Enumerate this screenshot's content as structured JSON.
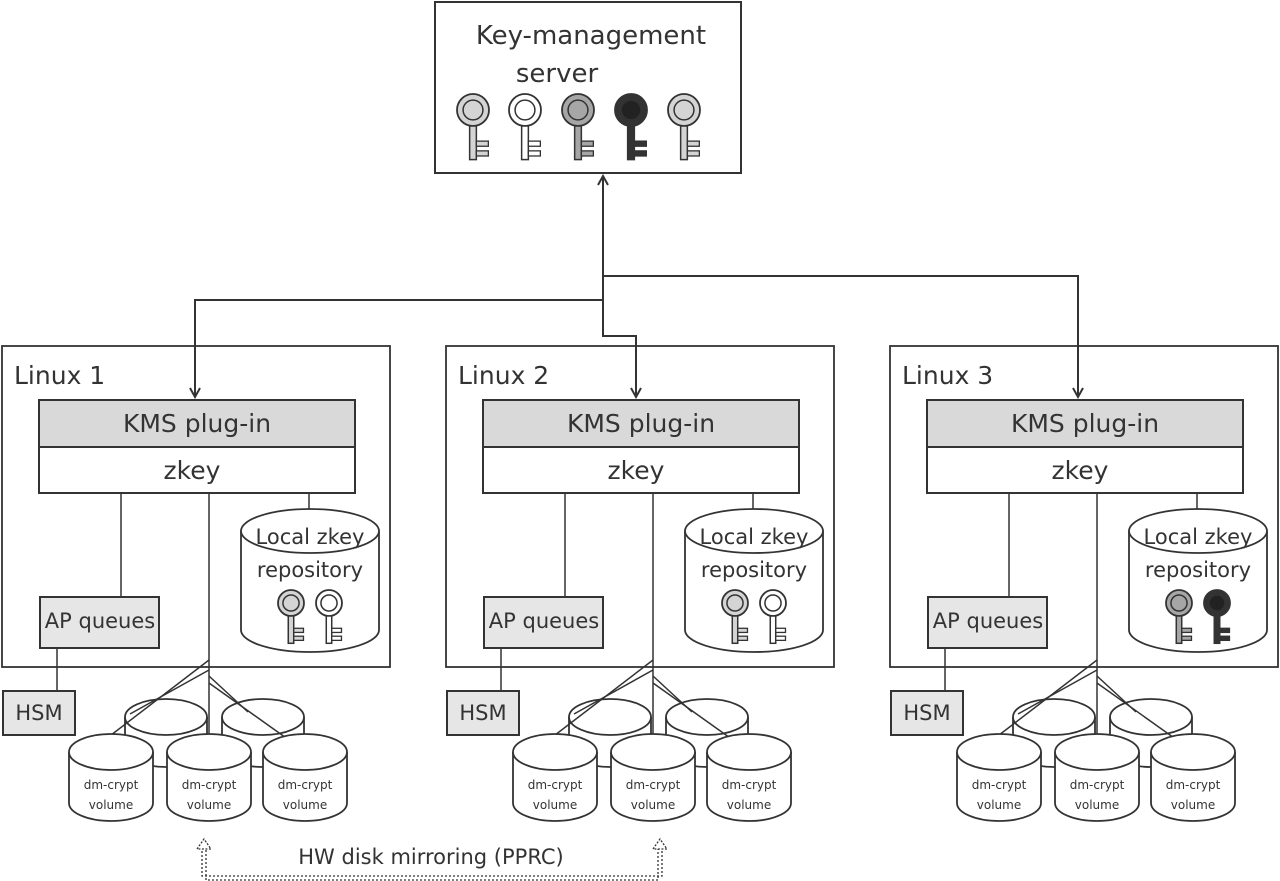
{
  "kms_server": {
    "title_line1": "Key-management",
    "title_line2": "server",
    "key_icons": [
      "light-gray",
      "white",
      "gray",
      "black",
      "light-gray"
    ]
  },
  "systems": [
    {
      "name": "Linux 1",
      "kms_plugin": "KMS plug-in",
      "zkey": "zkey",
      "repository_line1": "Local zkey",
      "repository_line2": "repository",
      "repository_keys": [
        "light-gray",
        "white"
      ],
      "ap_queues": "AP queues",
      "hsm": "HSM",
      "volumes": [
        {
          "line1": "dm-crypt",
          "line2": "volume"
        },
        {
          "line1": "dm-crypt",
          "line2": "volume"
        },
        {
          "line1": "dm-crypt",
          "line2": "volume"
        }
      ]
    },
    {
      "name": "Linux 2",
      "kms_plugin": "KMS plug-in",
      "zkey": "zkey",
      "repository_line1": "Local zkey",
      "repository_line2": "repository",
      "repository_keys": [
        "light-gray",
        "white"
      ],
      "ap_queues": "AP queues",
      "hsm": "HSM",
      "volumes": [
        {
          "line1": "dm-crypt",
          "line2": "volume"
        },
        {
          "line1": "dm-crypt",
          "line2": "volume"
        },
        {
          "line1": "dm-crypt",
          "line2": "volume"
        }
      ]
    },
    {
      "name": "Linux 3",
      "kms_plugin": "KMS plug-in",
      "zkey": "zkey",
      "repository_line1": "Local zkey",
      "repository_line2": "repository",
      "repository_keys": [
        "gray",
        "black"
      ],
      "ap_queues": "AP queues",
      "hsm": "HSM",
      "volumes": [
        {
          "line1": "dm-crypt",
          "line2": "volume"
        },
        {
          "line1": "dm-crypt",
          "line2": "volume"
        },
        {
          "line1": "dm-crypt",
          "line2": "volume"
        }
      ]
    }
  ],
  "mirroring_label": "HW disk mirroring (PPRC)",
  "colors": {
    "stroke": "#333333",
    "plugin_fill": "#d9d9d9",
    "box_fill": "#e6e6e6",
    "key_light_gray": "#d4d4d4",
    "key_white": "#ffffff",
    "key_gray": "#a6a6a6",
    "key_black": "#333333"
  }
}
